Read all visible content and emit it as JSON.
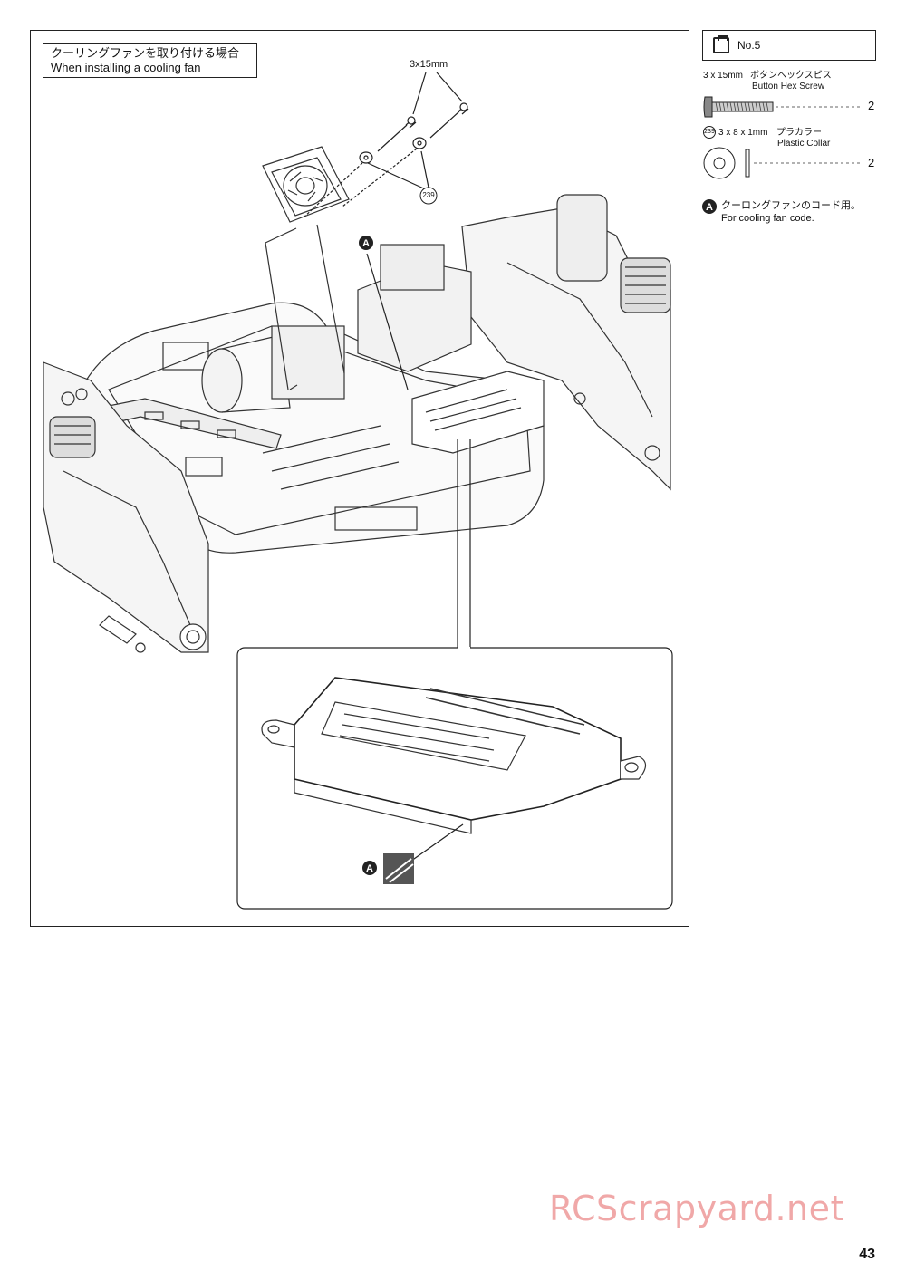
{
  "caption": {
    "jp": "クーリングファンを取り付ける場合",
    "en": "When installing a cooling fan"
  },
  "callout_screw": "3x15mm",
  "part_ref": "239",
  "marker": "A",
  "parts_bag": {
    "label": "No.5",
    "items": [
      {
        "size": "3 x 15mm",
        "name_jp": "ボタンヘックスビス",
        "name_en": "Button Hex Screw",
        "qty": "2"
      },
      {
        "ref": "239",
        "size": "3 x 8 x 1mm",
        "name_jp": "プラカラー",
        "name_en": "Plastic Collar",
        "qty": "2"
      }
    ]
  },
  "note": {
    "marker": "A",
    "jp": "クーロングファンのコード用。",
    "en": "For cooling fan code."
  },
  "page_number": "43",
  "watermark": "RCScrapyard.net"
}
